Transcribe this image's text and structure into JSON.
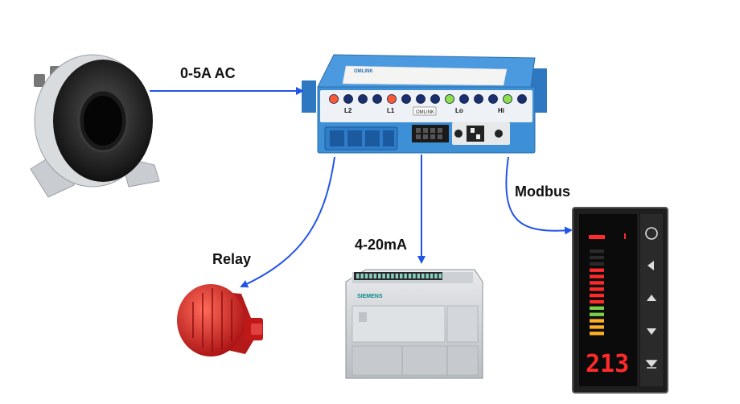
{
  "labels": {
    "input": "0-5A AC",
    "relay": "Relay",
    "analog": "4-20mA",
    "modbus": "Modbus"
  },
  "converter": {
    "led_labels": [
      "L2",
      "L1",
      "Lo",
      "Hi"
    ],
    "badge": "OMLINK"
  },
  "display": {
    "reading": "213",
    "bar_levels": 14,
    "bar_lit": 11
  },
  "plc": {
    "brand": "SIEMENS"
  },
  "colors": {
    "arrow": "#2255e6",
    "module_blue": "#3d8fd6",
    "led_red": "#ff5a36",
    "led_green": "#8ee04a",
    "display_red": "#ff2a2a",
    "siren_red": "#d42020"
  }
}
